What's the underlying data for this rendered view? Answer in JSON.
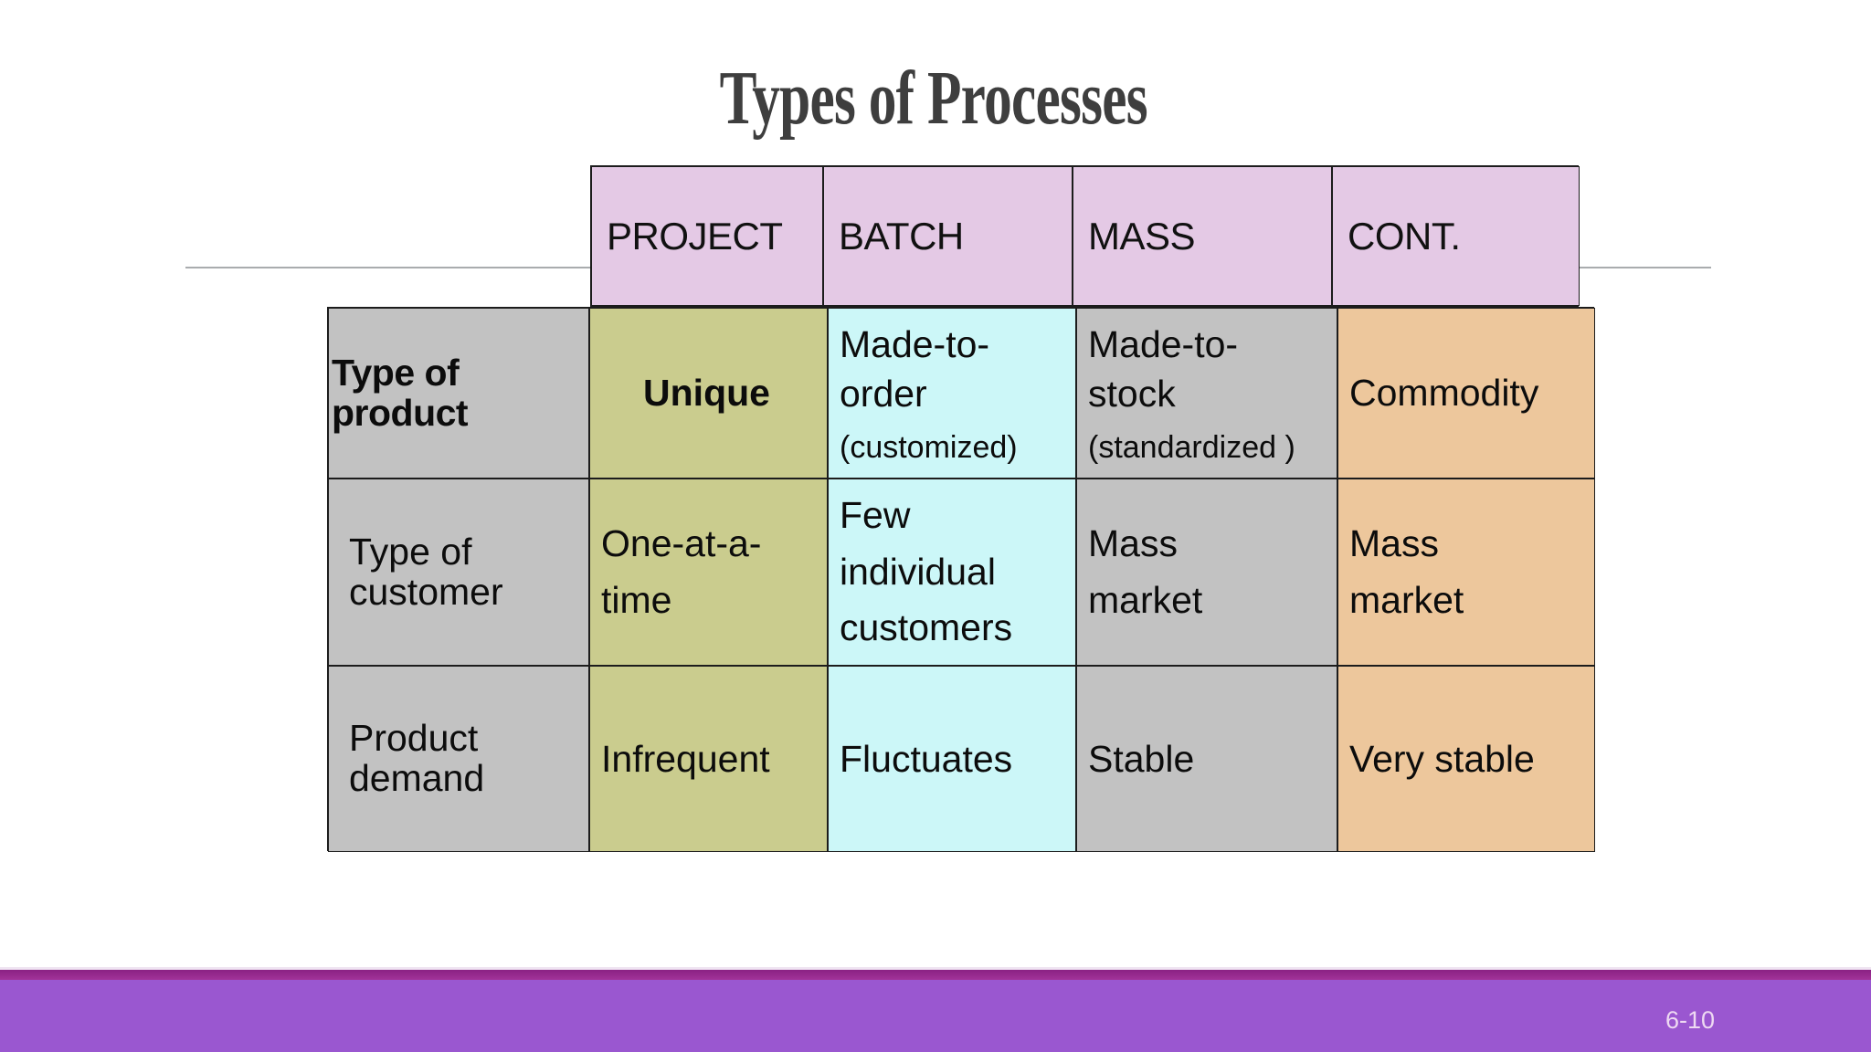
{
  "slide": {
    "title": "Types of Processes",
    "page_number": "6-10"
  },
  "table": {
    "column_headers": [
      "PROJECT",
      "BATCH",
      "MASS",
      "CONT."
    ],
    "rows": [
      {
        "header": "Type of product",
        "cells": [
          {
            "main": "Unique"
          },
          {
            "main": "Made-to-\norder",
            "sub": "(customized)"
          },
          {
            "main": "Made-to-\nstock",
            "sub": "(standardized )"
          },
          {
            "main": "Commodity"
          }
        ]
      },
      {
        "header": "Type of\ncustomer",
        "cells": [
          {
            "main": "One-at-a-\ntime"
          },
          {
            "main": "Few\nindividual\ncustomers"
          },
          {
            "main": "Mass\nmarket"
          },
          {
            "main": "Mass\nmarket"
          }
        ]
      },
      {
        "header": "Product\ndemand",
        "cells": [
          {
            "main": "Infrequent"
          },
          {
            "main": "Fluctuates"
          },
          {
            "main": "Stable"
          },
          {
            "main": "Very stable"
          }
        ]
      }
    ]
  },
  "palette": {
    "title_color": "#3e3e3e",
    "divider_line": "#a9acae",
    "border": "#1c1c1c",
    "header_fill": "#e4c9e5",
    "row_header_fill": "#c2c2c2",
    "project_col_fill": "#cacc8e",
    "batch_col_fill": "#ccf7f8",
    "mass_col_fill": "#c2c2c2",
    "cont_col_fill": "#edc79c",
    "footer_bar": "#9a57d0",
    "footer_accent": "#962a8e",
    "page_number_color": "#eed9f2"
  }
}
